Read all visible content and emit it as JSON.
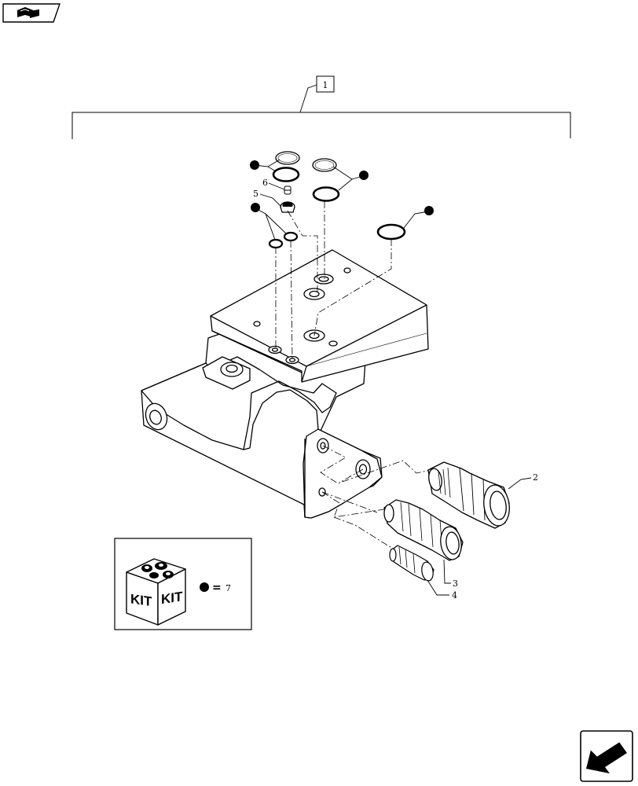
{
  "header": {
    "nav_icon": "book-icon"
  },
  "footer": {
    "nav_icon": "arrow-down-left-icon"
  },
  "group_label": "1",
  "callouts": {
    "c2": "2",
    "c3": "3",
    "c4": "4",
    "c5": "5",
    "c6": "6"
  },
  "legend": {
    "kit_top": "KIT",
    "kit_side": "KIT",
    "equals": "=",
    "kit_number": "7"
  }
}
